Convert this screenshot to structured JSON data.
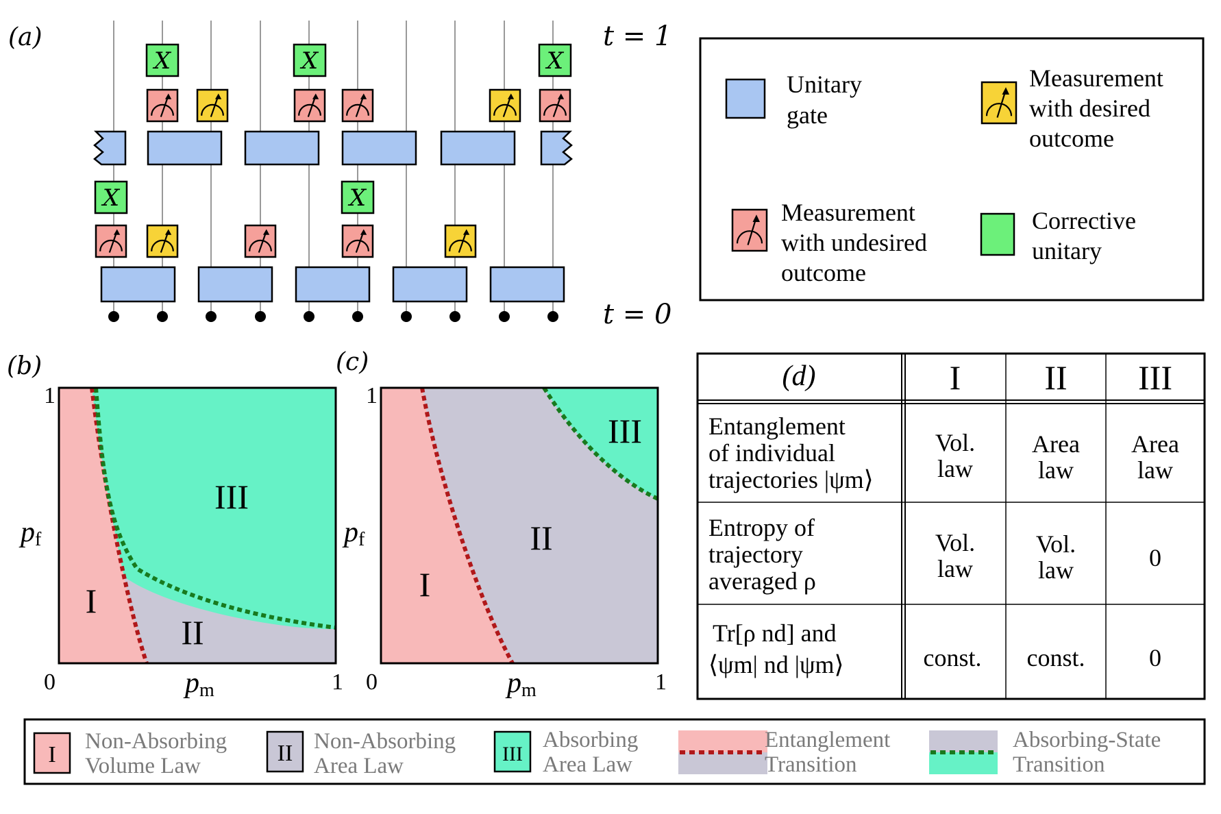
{
  "panel_labels": {
    "a": "(a)",
    "b": "(b)",
    "c": "(c)",
    "d": "(d)"
  },
  "circuit": {
    "time_top": "t = 1",
    "time_bottom": "t = 0",
    "corrective_symbol": "X"
  },
  "legend_a": {
    "unitary": "Unitary gate",
    "unitary_l1": "Unitary",
    "unitary_l2": "gate",
    "desired_l1": "Measurement",
    "desired_l2": "with desired",
    "desired_l3": "outcome",
    "undesired_l1": "Measurement",
    "undesired_l2": "with undesired",
    "undesired_l3": "outcome",
    "corrective_l1": "Corrective",
    "corrective_l2": "unitary"
  },
  "phase_b": {
    "xlabel": "p_m",
    "ylabel": "p_f",
    "x0": "0",
    "x1": "1",
    "y1": "1",
    "region_I": "I",
    "region_II": "II",
    "region_III": "III"
  },
  "phase_c": {
    "xlabel": "p_m",
    "ylabel": "p_f",
    "x0": "0",
    "x1": "1",
    "y1": "1",
    "region_I": "I",
    "region_II": "II",
    "region_III": "III"
  },
  "table_d": {
    "header": [
      "(d)",
      "I",
      "II",
      "III"
    ],
    "rows": [
      {
        "label_l1": "Entanglement",
        "label_l2": "of individual",
        "label_l3": "trajectories |ψm⟩",
        "I": [
          "Vol.",
          "law"
        ],
        "II": [
          "Area",
          "law"
        ],
        "III": [
          "Area",
          "law"
        ]
      },
      {
        "label_l1": "Entropy of",
        "label_l2": "trajectory",
        "label_l3": "averaged ρ",
        "I": [
          "Vol.",
          "law"
        ],
        "II": [
          "Vol.",
          "law"
        ],
        "III": [
          "0"
        ]
      },
      {
        "label_l1": "Tr[ρ nd] and",
        "label_l2": "⟨ψm| nd |ψm⟩",
        "I": [
          "const."
        ],
        "II": [
          "const."
        ],
        "III": [
          "0"
        ]
      }
    ]
  },
  "bottom_legend": {
    "I_sym": "I",
    "I_l1": "Non-Absorbing",
    "I_l2": "Volume Law",
    "II_sym": "II",
    "II_l1": "Non-Absorbing",
    "II_l2": "Area Law",
    "III_sym": "III",
    "III_l1": "Absorbing",
    "III_l2": "Area Law",
    "ent_l1": "Entanglement",
    "ent_l2": "Transition",
    "abs_l1": "Absorbing-State",
    "abs_l2": "Transition"
  },
  "colors": {
    "unitary": "#a9c6f2",
    "desired": "#f7d337",
    "undesired": "#f5a09a",
    "corrective": "#6cf07a",
    "region_I": "#f8b9b9",
    "region_II": "#c9c7d6",
    "region_III": "#66f2c6",
    "ent_line": "#b0181a",
    "abs_line": "#187a1e"
  }
}
